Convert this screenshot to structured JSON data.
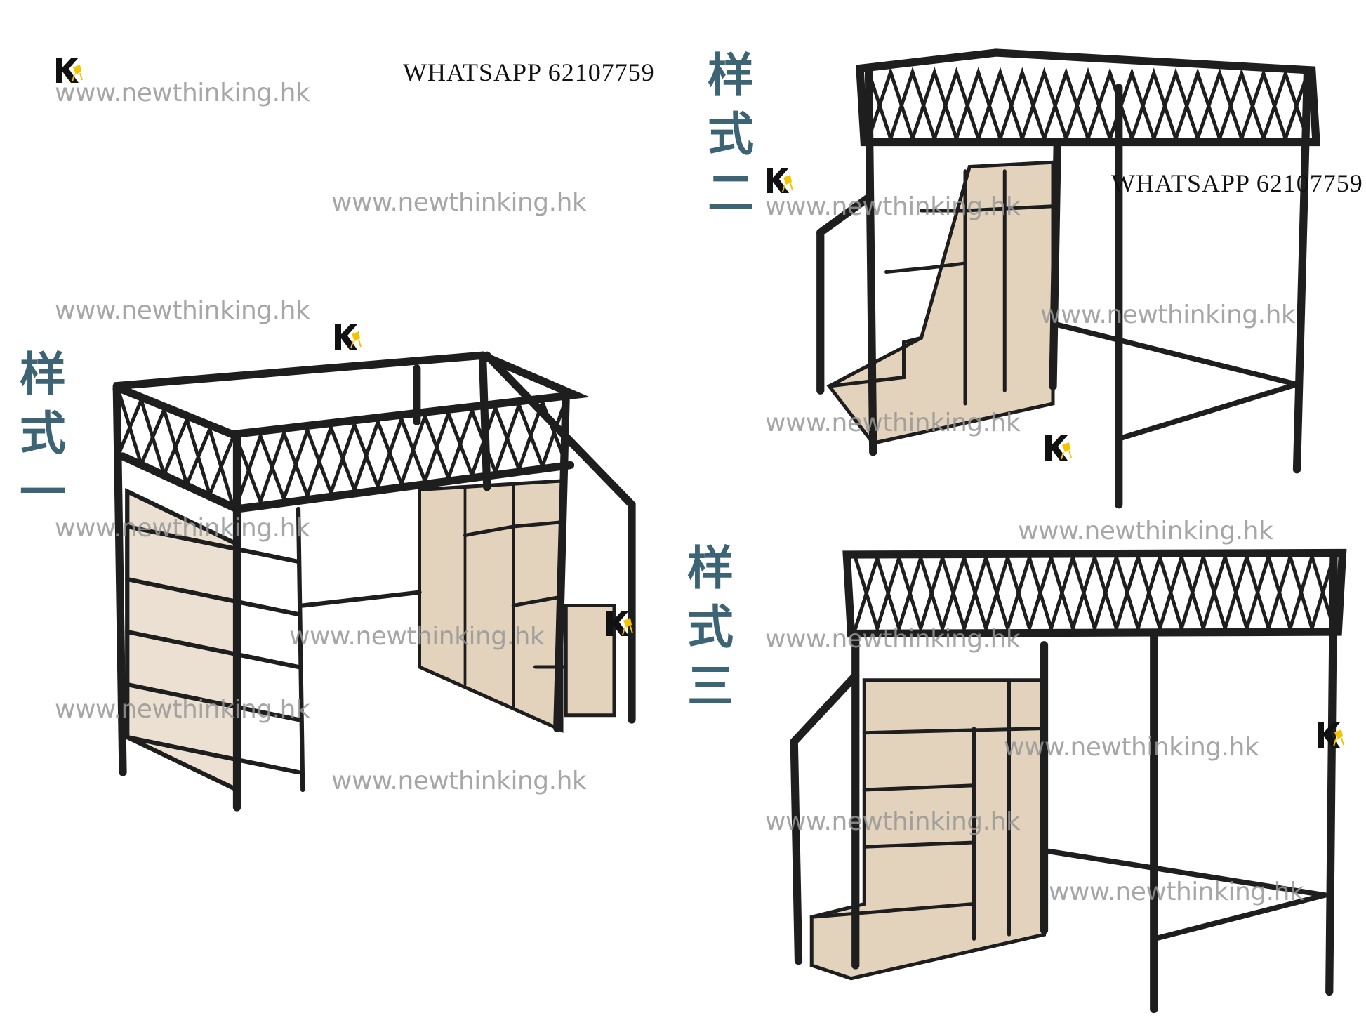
{
  "watermark": "www.newthinking.hk",
  "whatsapp": "WHATSAPP 62107759",
  "styles": [
    {
      "label": "样式一"
    },
    {
      "label": "样式二"
    },
    {
      "label": "样式三"
    }
  ],
  "logo": {
    "letter": "K"
  },
  "colors": {
    "label": "#3d6475",
    "frame": "#1e1e1e",
    "wood": "#e3d3bd",
    "watermark": "#969696",
    "logo_accent": "#f5c400"
  }
}
